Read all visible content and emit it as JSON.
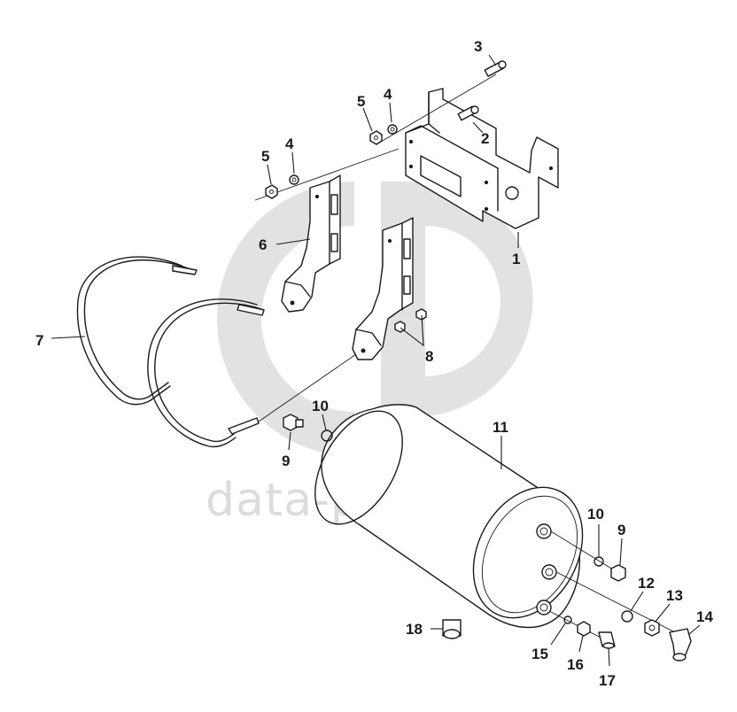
{
  "watermark": {
    "text": "data-parts"
  },
  "callouts": [
    {
      "id": "c1",
      "label": "1"
    },
    {
      "id": "c2",
      "label": "2"
    },
    {
      "id": "c3",
      "label": "3"
    },
    {
      "id": "c4a",
      "label": "4"
    },
    {
      "id": "c4b",
      "label": "4"
    },
    {
      "id": "c5a",
      "label": "5"
    },
    {
      "id": "c5b",
      "label": "5"
    },
    {
      "id": "c6",
      "label": "6"
    },
    {
      "id": "c7",
      "label": "7"
    },
    {
      "id": "c8",
      "label": "8"
    },
    {
      "id": "c9a",
      "label": "9"
    },
    {
      "id": "c9b",
      "label": "9"
    },
    {
      "id": "c10a",
      "label": "10"
    },
    {
      "id": "c10b",
      "label": "10"
    },
    {
      "id": "c11",
      "label": "11"
    },
    {
      "id": "c12",
      "label": "12"
    },
    {
      "id": "c13",
      "label": "13"
    },
    {
      "id": "c14",
      "label": "14"
    },
    {
      "id": "c15",
      "label": "15"
    },
    {
      "id": "c16",
      "label": "16"
    },
    {
      "id": "c17",
      "label": "17"
    },
    {
      "id": "c18",
      "label": "18"
    }
  ]
}
